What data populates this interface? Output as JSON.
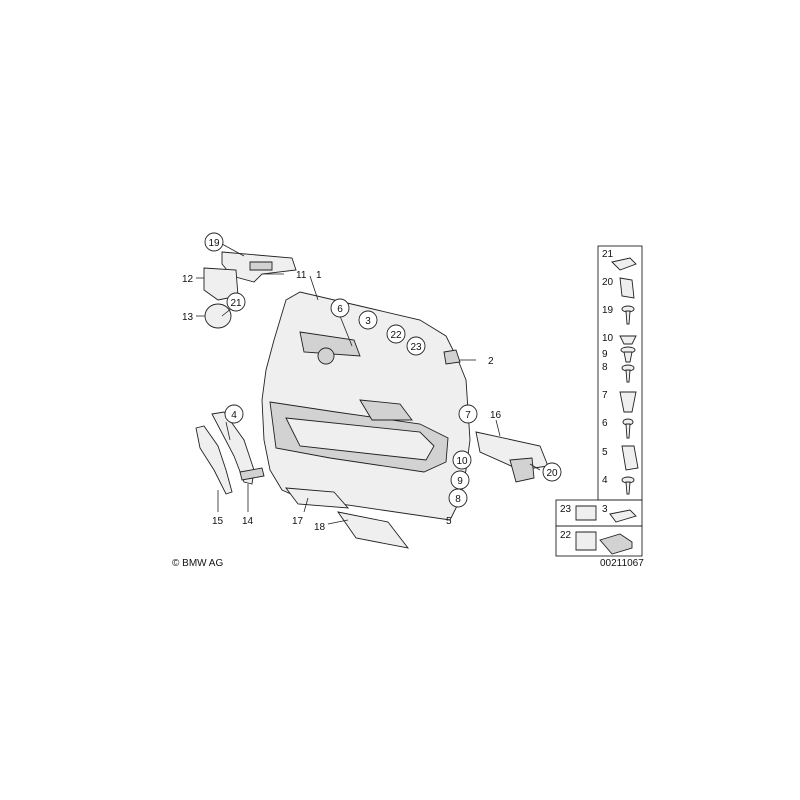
{
  "copyright": "© BMW AG",
  "diagram_number": "00211067",
  "callouts": {
    "c19_top": "19",
    "c21_left": "21",
    "c6": "6",
    "c3": "3",
    "c22_top": "22",
    "c23_top": "23",
    "c4": "4",
    "c7": "7",
    "c10": "10",
    "c9": "9",
    "c8": "8",
    "c20": "20"
  },
  "labels": {
    "l12": "12",
    "l11": "11",
    "l1": "1",
    "l13": "13",
    "l2": "2",
    "l16": "16",
    "l15": "15",
    "l14": "14",
    "l17": "17",
    "l18": "18",
    "l5": "5"
  },
  "legend": {
    "items": [
      {
        "number": "21",
        "part": "clip"
      },
      {
        "number": "20",
        "part": "clip"
      },
      {
        "number": "19",
        "part": "screw"
      },
      {
        "number": "10",
        "part": "clip"
      },
      {
        "number": "9",
        "part": "expanding rivet"
      },
      {
        "number": "8",
        "part": "screw"
      },
      {
        "number": "7",
        "part": "clip"
      },
      {
        "number": "6",
        "part": "screw"
      },
      {
        "number": "5",
        "part": "clip"
      },
      {
        "number": "4",
        "part": "screw"
      }
    ],
    "pair1_left": "23",
    "pair1_right": "3",
    "pair2_left": "22"
  }
}
